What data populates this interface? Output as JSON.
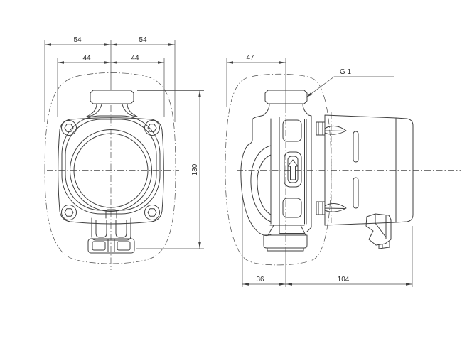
{
  "front_view": {
    "dims": {
      "fifty_four_left": "54",
      "fifty_four_right": "54",
      "forty_four_left": "44",
      "forty_four_right": "44",
      "height": "130"
    }
  },
  "side_view": {
    "dims": {
      "depth_front": "47",
      "foot_front": "36",
      "depth_rear": "104"
    },
    "labels": {
      "thread": "G 1"
    }
  },
  "colors": {
    "line": "#3f3f3f",
    "dim_text": "#2f2f2f",
    "background": "#ffffff"
  }
}
